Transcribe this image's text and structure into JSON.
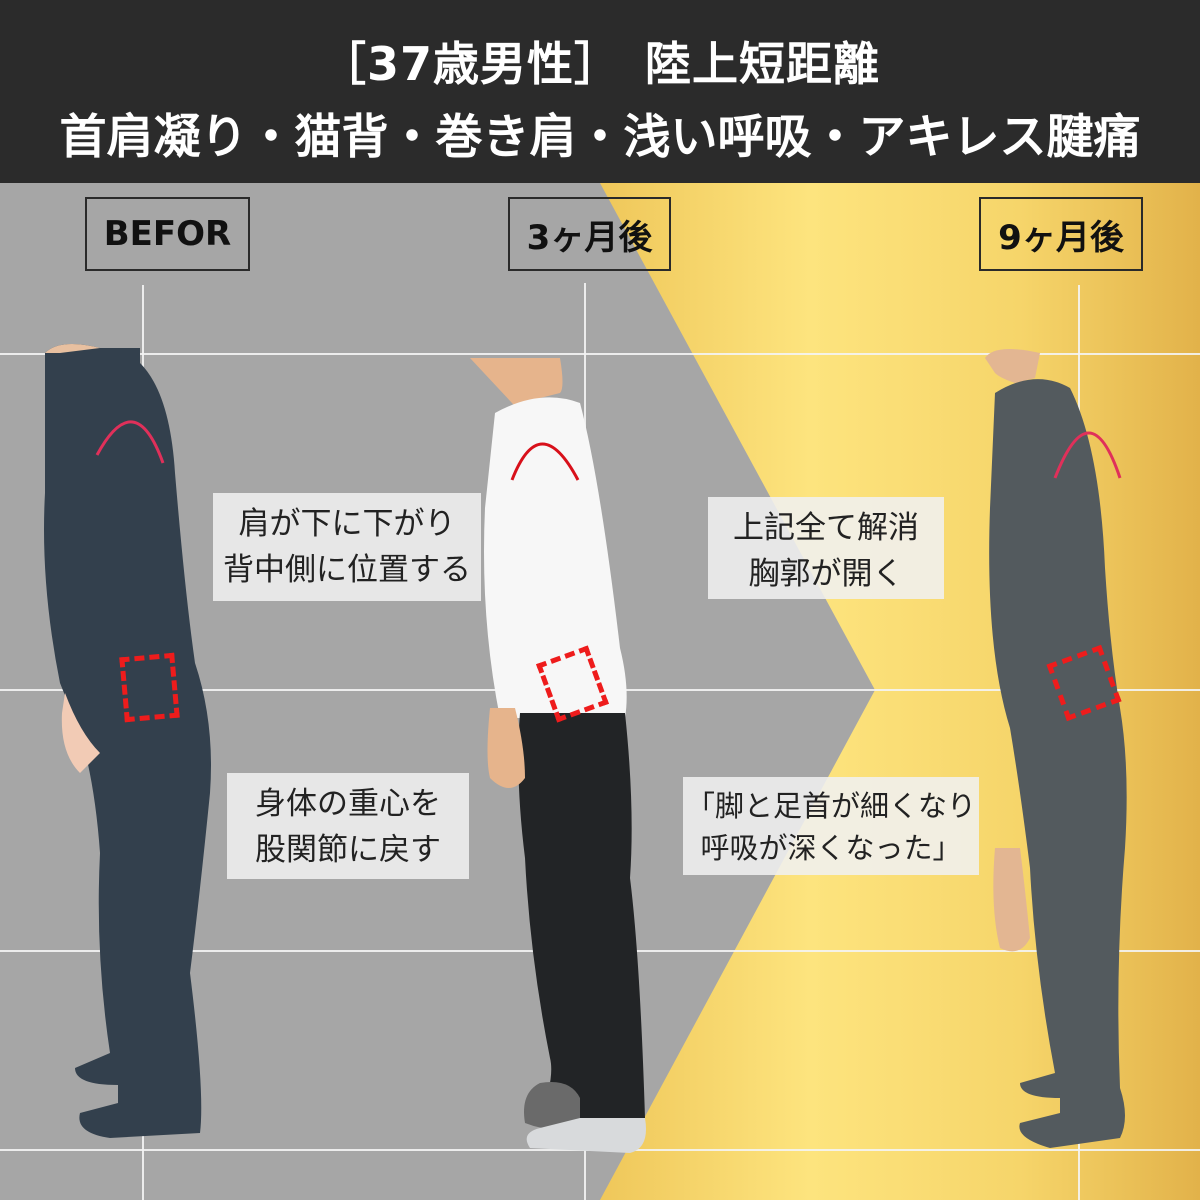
{
  "header": {
    "title_line1": "［37歳男性］　陸上短距離",
    "title_line2": "首肩凝り・猫背・巻き肩・浅い呼吸・アキレス腱痛"
  },
  "labels": {
    "before": "BEFOR",
    "after_3m": "3ヶ月後",
    "after_9m": "9ヶ月後"
  },
  "captions": {
    "shoulder": [
      "肩が下に下がり",
      "背中側に位置する"
    ],
    "center_of_gravity": [
      "身体の重心を",
      "股関節に戻す"
    ],
    "resolved": [
      "上記全て解消",
      "胸郭が開く"
    ],
    "testimonial": [
      "「脚と足首が細くなり",
      "呼吸が深くなった」"
    ]
  },
  "colors": {
    "header_bg": "#2b2b2b",
    "gray_bg": "#a6a6a6",
    "gold_light": "#fde47e",
    "gold_dark": "#e6b84a",
    "marker_red": "#ee1c1c"
  }
}
